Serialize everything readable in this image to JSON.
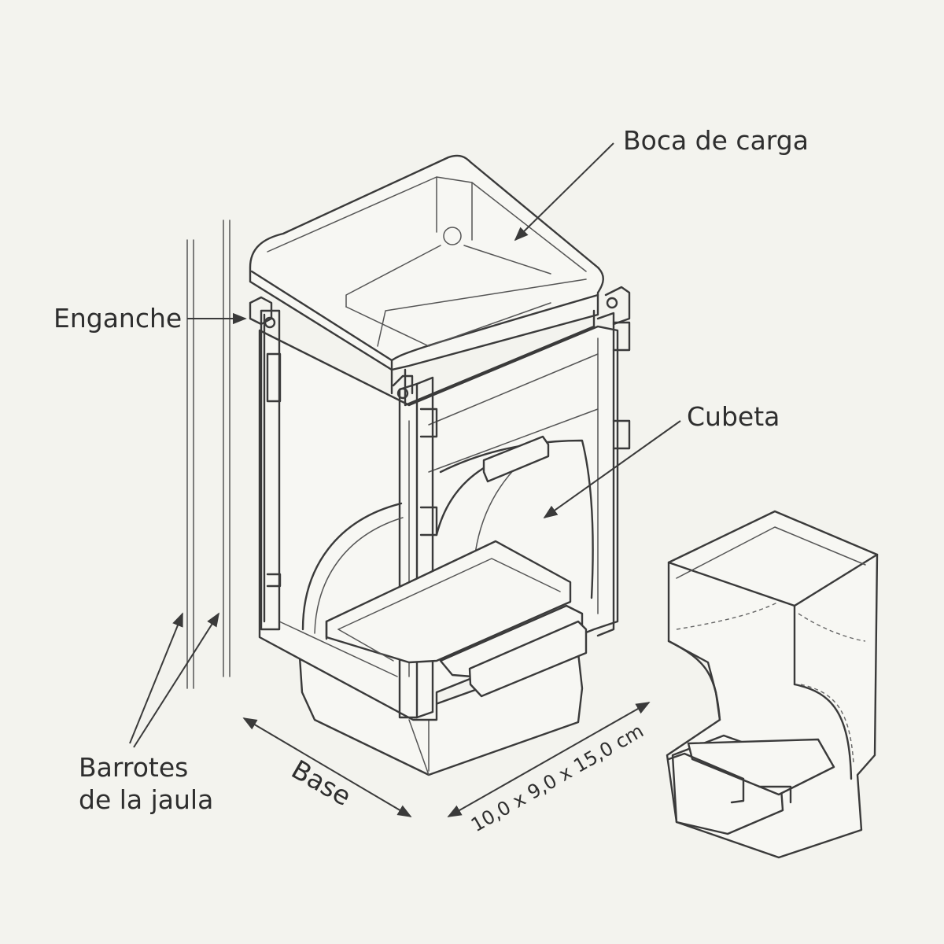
{
  "labels": {
    "loading_mouth": "Boca de carga",
    "hook": "Enganche",
    "tray": "Cubeta",
    "cage_bars_line1": "Barrotes",
    "cage_bars_line2": "de la jaula",
    "base": "Base",
    "dimensions": "10,0 x 9,0 x 15,0 cm"
  },
  "colors": {
    "background": "#f3f3ee",
    "line": "#3a3a3a"
  }
}
